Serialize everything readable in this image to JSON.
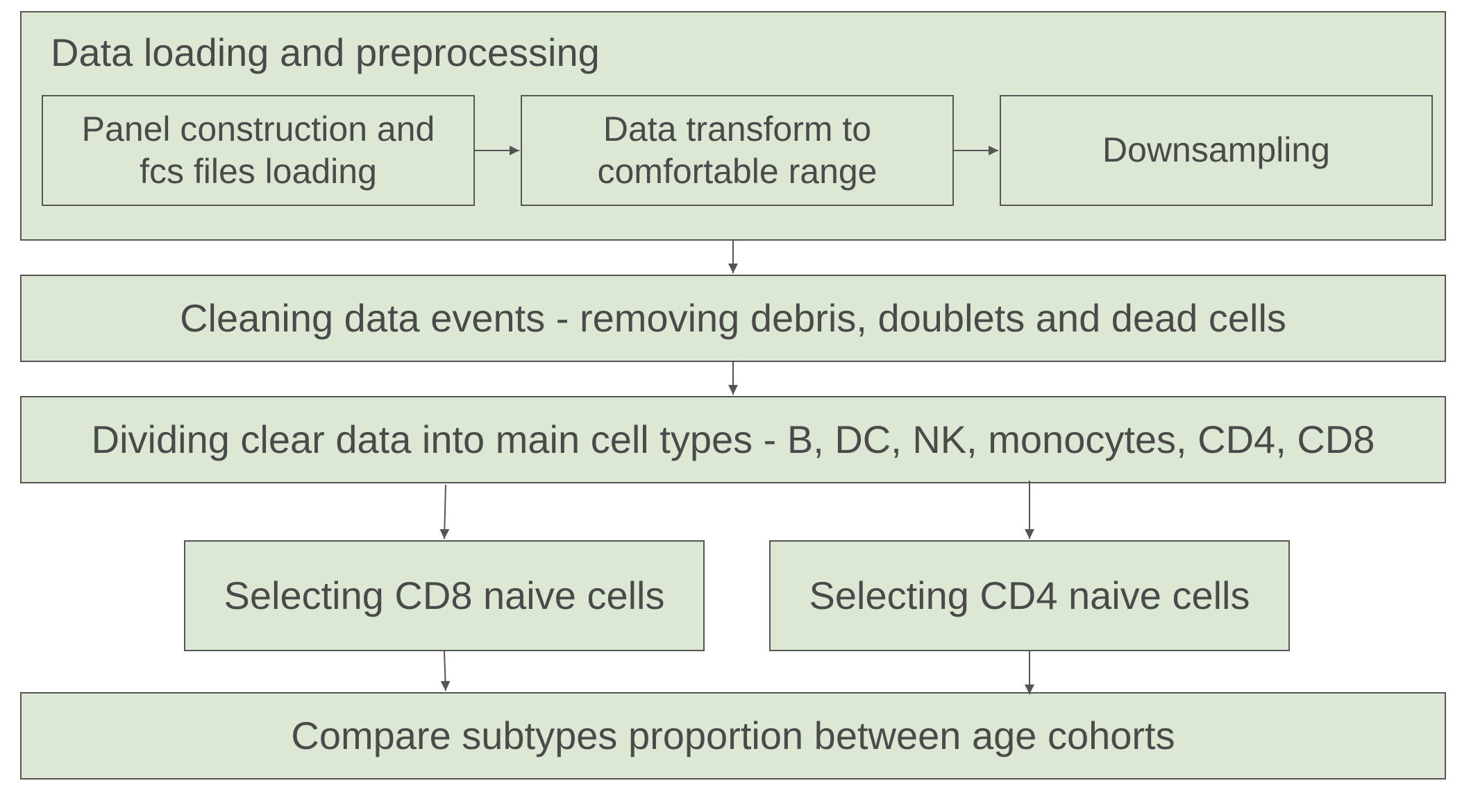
{
  "diagram": {
    "group": {
      "title": "Data loading and preprocessing",
      "steps": [
        {
          "line1": "Panel construction and",
          "line2": "fcs files loading"
        },
        {
          "line1": "Data transform to",
          "line2": "comfortable range"
        },
        {
          "label": "Downsampling"
        }
      ]
    },
    "cleaning": {
      "label": "Cleaning data events - removing debris, doublets and dead cells"
    },
    "dividing": {
      "label": "Dividing clear data into main cell types - B, DC, NK, monocytes, CD4, CD8"
    },
    "cd8": {
      "label": "Selecting CD8 naive cells"
    },
    "cd4": {
      "label": "Selecting CD4 naive cells"
    },
    "compare": {
      "label": "Compare subtypes proportion between age cohorts"
    }
  },
  "colors": {
    "box_fill": "#dde8d4",
    "box_border": "#555555",
    "text": "#4a4a4a",
    "arrow": "#555555"
  }
}
